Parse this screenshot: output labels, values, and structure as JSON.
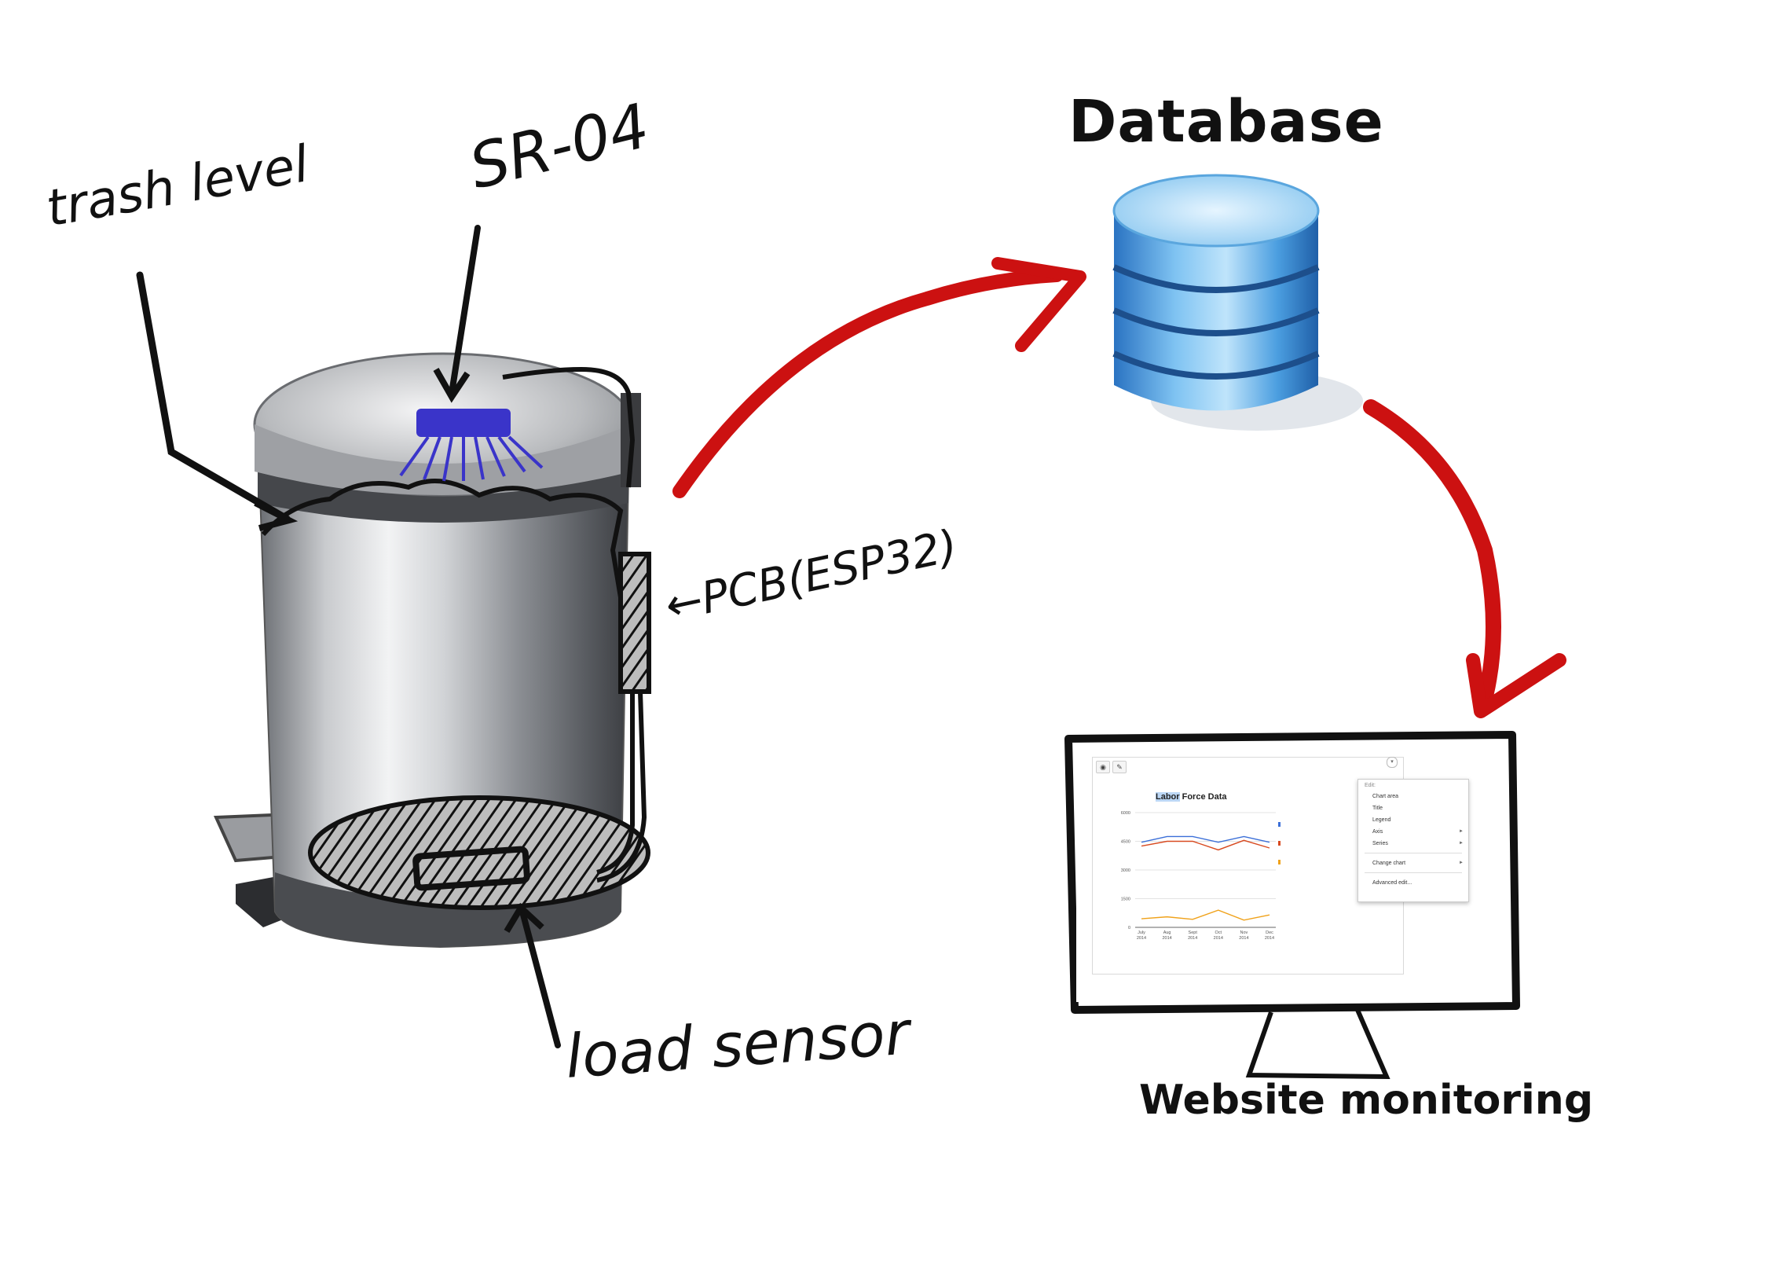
{
  "labels": {
    "database": "Database",
    "website": "Website monitoring",
    "trash_level": "trash level",
    "sr04": "SR-04",
    "pcb": "←PCB(ESP32)",
    "load_sensor": "load sensor"
  },
  "colors": {
    "arrow_red": "#cc1111",
    "sensor_blue": "#3a34c9",
    "db_blue": "#3f8fd6",
    "steel": "#a7a9ad"
  },
  "screen_chart": {
    "title_highlight": "Labor",
    "title_rest": " Force Data",
    "menu": {
      "header": "Edit:",
      "items": [
        "Chart area",
        "Title",
        "Legend",
        "Axis",
        "Series"
      ],
      "items2": [
        "Change chart"
      ],
      "items3": [
        "Advanced edit..."
      ]
    }
  },
  "chart_data": {
    "type": "line",
    "title": "Labor Force Data",
    "categories": [
      "July 2014",
      "Aug 2014",
      "Sept 2014",
      "Oct 2014",
      "Nov 2014",
      "Dec 2014"
    ],
    "ylim": [
      0,
      6000
    ],
    "yticks": [
      "6000",
      "4500",
      "3000",
      "1500",
      "0"
    ],
    "series": [
      {
        "color": "#3b6fd8",
        "values": [
          4450,
          4750,
          4750,
          4450,
          4750,
          4450
        ]
      },
      {
        "color": "#d84a20",
        "values": [
          4250,
          4500,
          4500,
          4050,
          4550,
          4150
        ]
      },
      {
        "color": "#f0a21a",
        "values": [
          450,
          550,
          420,
          900,
          380,
          650
        ]
      }
    ]
  }
}
